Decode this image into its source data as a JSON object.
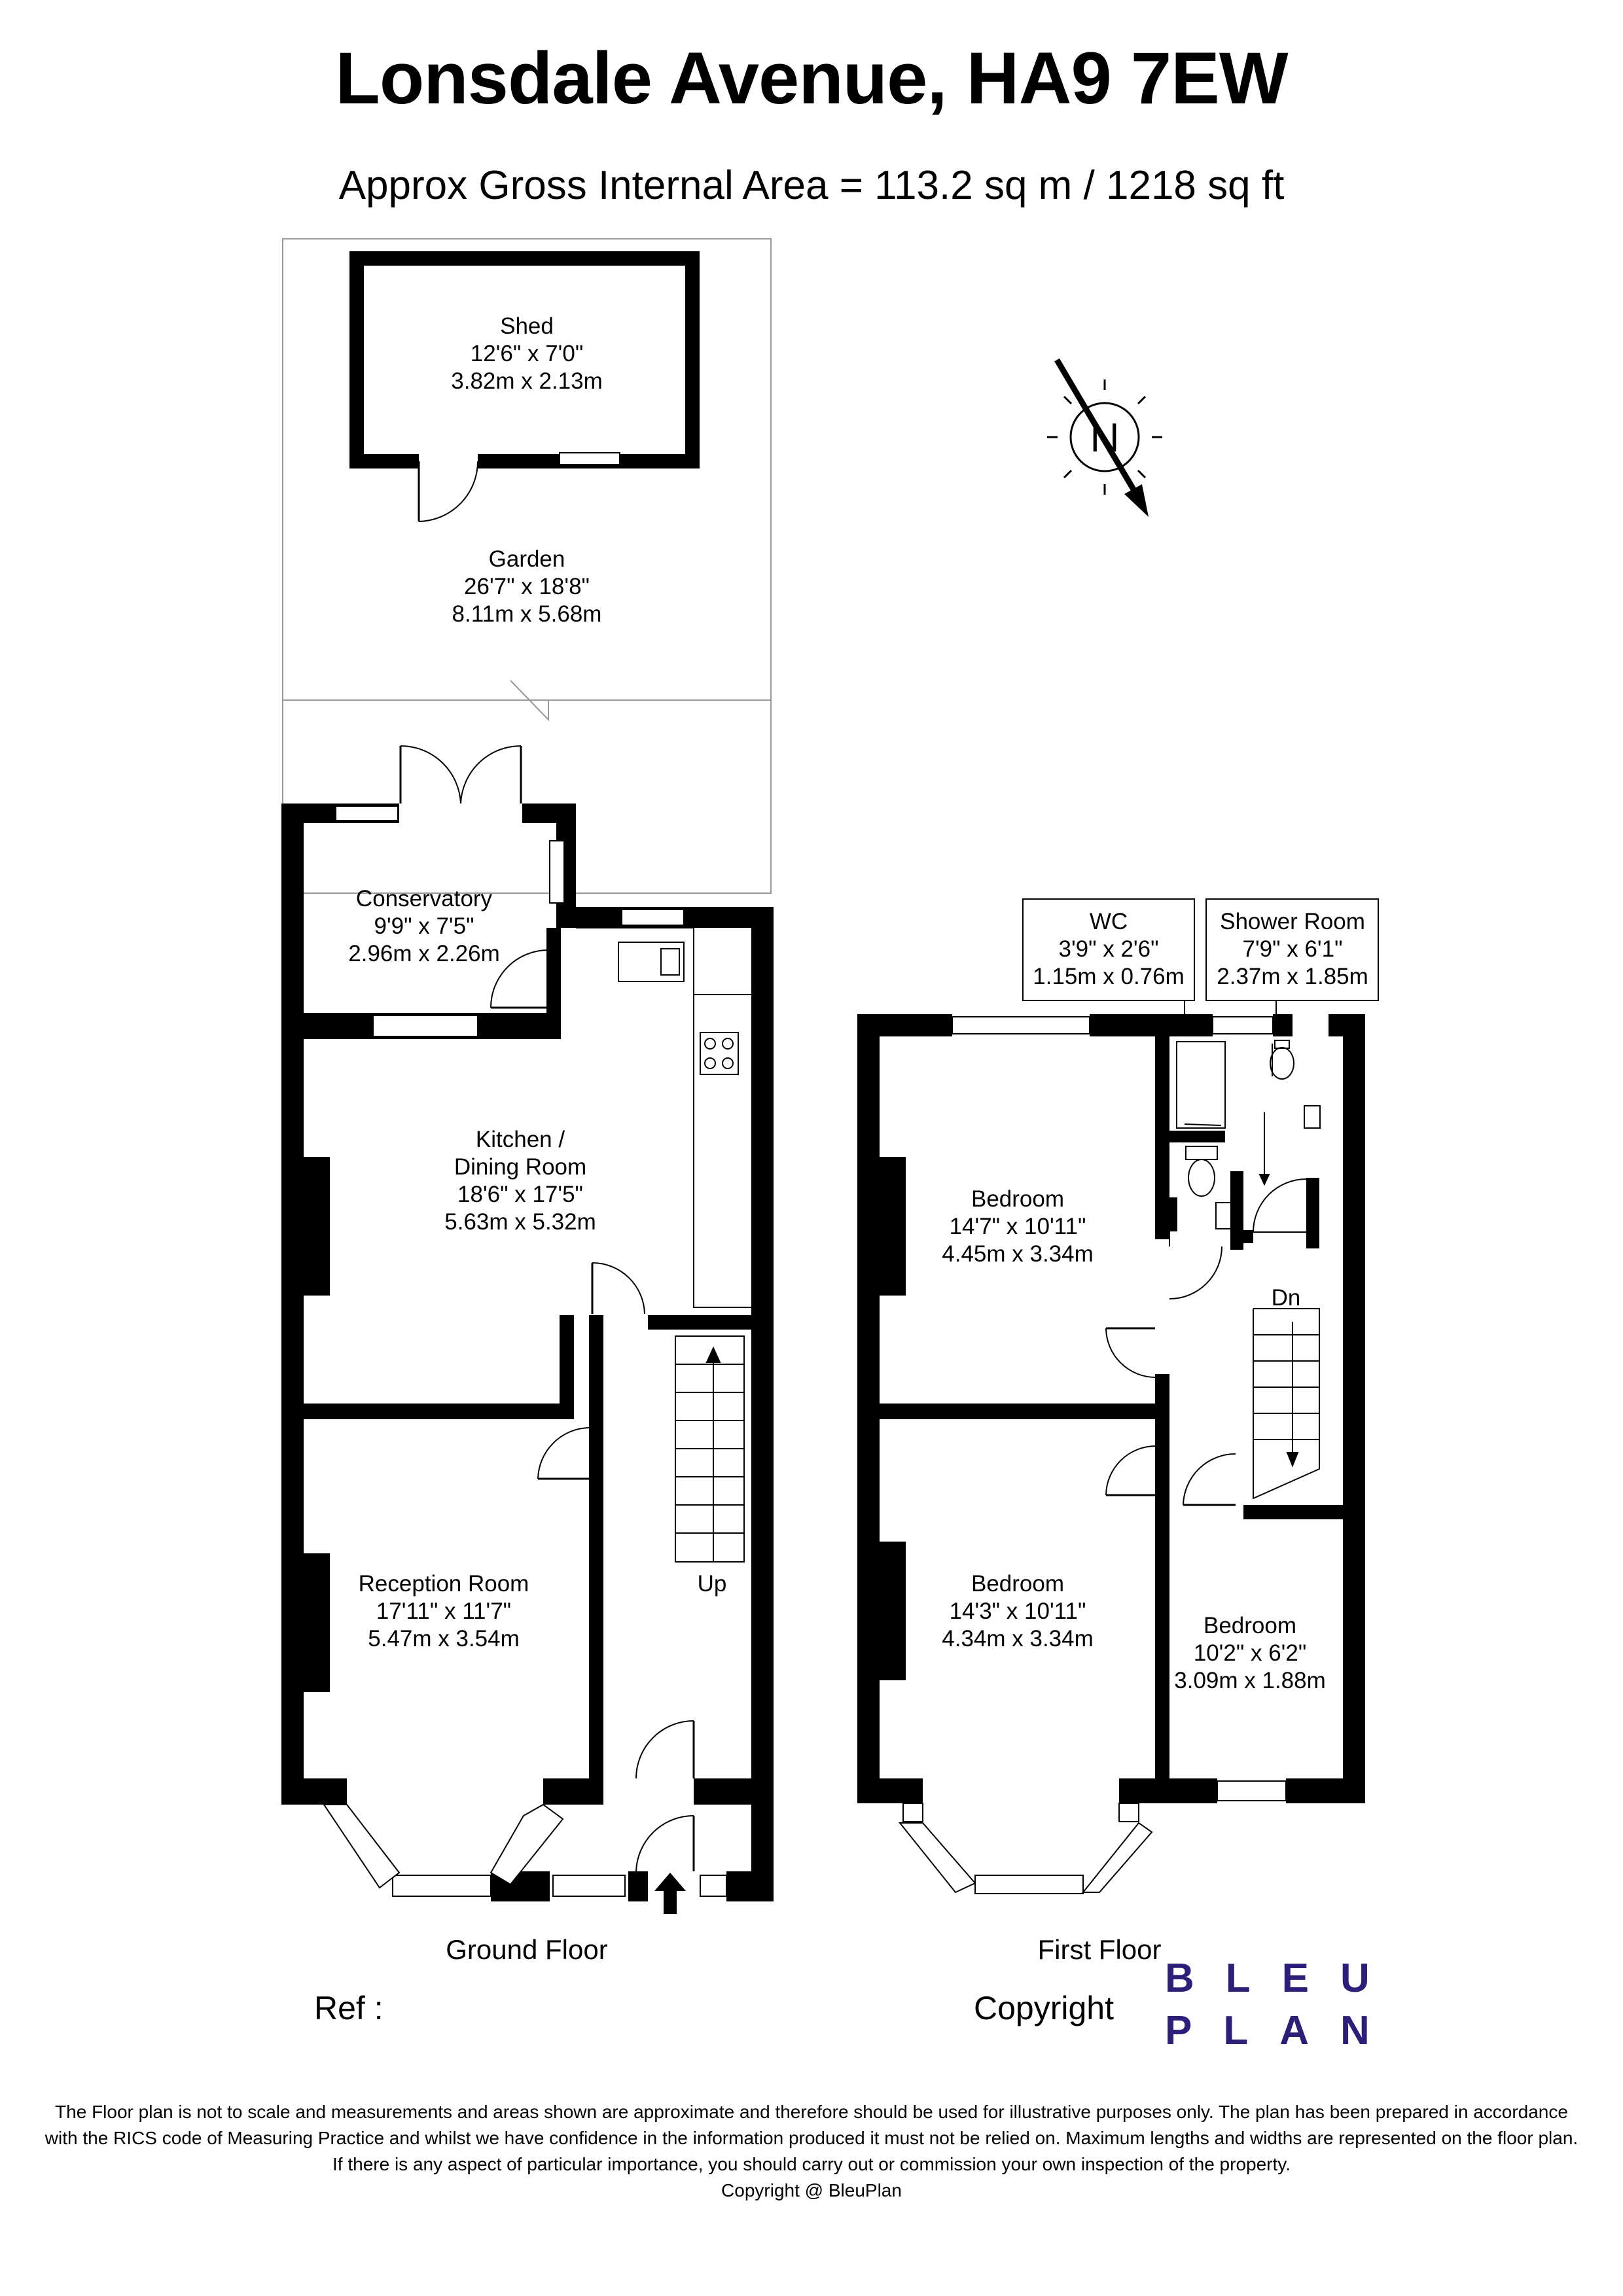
{
  "header": {
    "title": "Lonsdale Avenue, HA9 7EW",
    "subtitle": "Approx Gross Internal Area = 113.2 sq m / 1218 sq ft"
  },
  "compass": {
    "letter": "N"
  },
  "rooms": {
    "shed": {
      "name": "Shed",
      "imperial": "12'6\" x 7'0\"",
      "metric": "3.82m x 2.13m"
    },
    "garden": {
      "name": "Garden",
      "imperial": "26'7\" x 18'8\"",
      "metric": "8.11m x 5.68m"
    },
    "conservatory": {
      "name": "Conservatory",
      "imperial": "9'9\" x 7'5\"",
      "metric": "2.96m x 2.26m"
    },
    "kitchen": {
      "name1": "Kitchen /",
      "name2": "Dining Room",
      "imperial": "18'6\" x 17'5\"",
      "metric": "5.63m x 5.32m"
    },
    "reception": {
      "name": "Reception Room",
      "imperial": "17'11\" x 11'7\"",
      "metric": "5.47m x 3.54m"
    },
    "wc": {
      "name": "WC",
      "imperial": "3'9\" x 2'6\"",
      "metric": "1.15m x 0.76m"
    },
    "shower": {
      "name": "Shower Room",
      "imperial": "7'9\" x 6'1\"",
      "metric": "2.37m x 1.85m"
    },
    "bedroom1": {
      "name": "Bedroom",
      "imperial": "14'7\" x 10'11\"",
      "metric": "4.45m x 3.34m"
    },
    "bedroom2": {
      "name": "Bedroom",
      "imperial": "14'3\" x 10'11\"",
      "metric": "4.34m x 3.34m"
    },
    "bedroom3": {
      "name": "Bedroom",
      "imperial": "10'2\" x 6'2\"",
      "metric": "3.09m x 1.88m"
    }
  },
  "stairs": {
    "up": "Up",
    "down": "Dn"
  },
  "floors": {
    "ground": "Ground Floor",
    "first": "First Floor"
  },
  "footer": {
    "ref": "Ref  :",
    "copyright": "Copyright",
    "logo_line1": "BLEU",
    "logo_line2": "PLAN",
    "logo_color": "#2b1f7a",
    "disclaimer1": "The Floor plan is not to scale and measurements and areas shown are approximate and therefore should be used for illustrative purposes only. The plan has been prepared in accordance",
    "disclaimer2": "with the RICS code of Measuring Practice and whilst we have confidence in the information produced it must not be relied on. Maximum lengths and widths are represented on the floor plan.",
    "disclaimer3": "If there is any aspect of particular importance, you should carry out or commission your own inspection of the property.",
    "disclaimer4": "Copyright @ BleuPlan"
  }
}
